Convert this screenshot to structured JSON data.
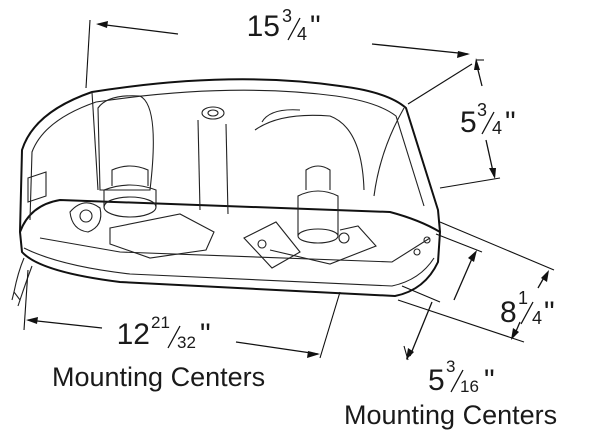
{
  "dimensions": {
    "overall_length": {
      "whole": "15",
      "num": "3",
      "den": "4",
      "unit": "\""
    },
    "overall_height": {
      "whole": "5",
      "num": "3",
      "den": "4",
      "unit": "\""
    },
    "overall_width": {
      "whole": "8",
      "num": "1",
      "den": "4",
      "unit": "\""
    },
    "mounting_length": {
      "whole": "12",
      "num": "21",
      "den": "32",
      "unit": "\"",
      "label": "Mounting Centers"
    },
    "mounting_width": {
      "whole": "5",
      "num": "3",
      "den": "16",
      "unit": "\"",
      "label": "Mounting Centers"
    }
  },
  "colors": {
    "line": "#111111",
    "background": "#ffffff"
  }
}
